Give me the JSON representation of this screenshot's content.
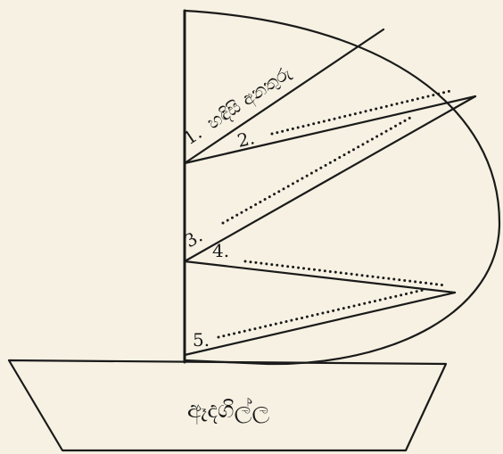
{
  "sail": {
    "lines": [
      {
        "number": "1.",
        "text": "හඳිසි අනතුරු"
      },
      {
        "number": "2.",
        "text": ""
      },
      {
        "number": "3.",
        "text": ""
      },
      {
        "number": "4.",
        "text": ""
      },
      {
        "number": "5.",
        "text": ""
      }
    ]
  },
  "hull": {
    "label": "ඈදගිල්ල"
  }
}
